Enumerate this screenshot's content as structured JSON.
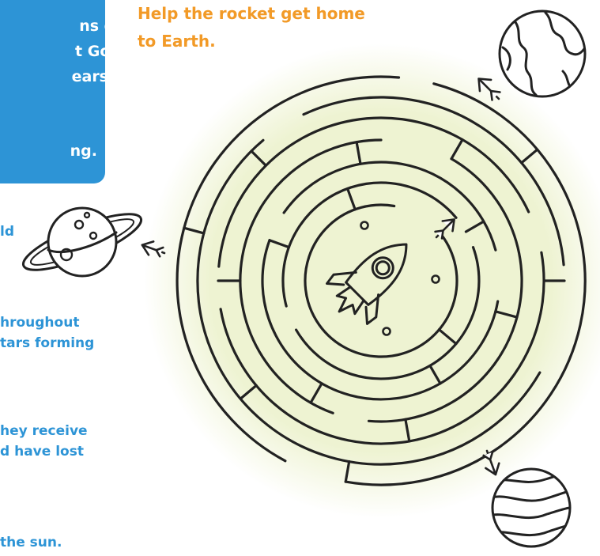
{
  "info_box": {
    "lines": [
      "ns of",
      "t God",
      "ears",
      "ng."
    ]
  },
  "fragments": [
    "ld",
    "hroughout",
    "tars forming",
    "hey receive",
    "d have lost",
    "the sun."
  ],
  "instruction": {
    "line1": "Help the rocket get home",
    "line2": "to Earth."
  },
  "colors": {
    "accent_orange": "#f29a27",
    "accent_blue": "#2d94d6",
    "maze_glow": "#eef3d2",
    "ink": "#222222"
  },
  "icons": [
    "planet-earth-icon",
    "ringed-planet-icon",
    "striped-planet-icon",
    "rocket-icon",
    "arrow-icon"
  ]
}
